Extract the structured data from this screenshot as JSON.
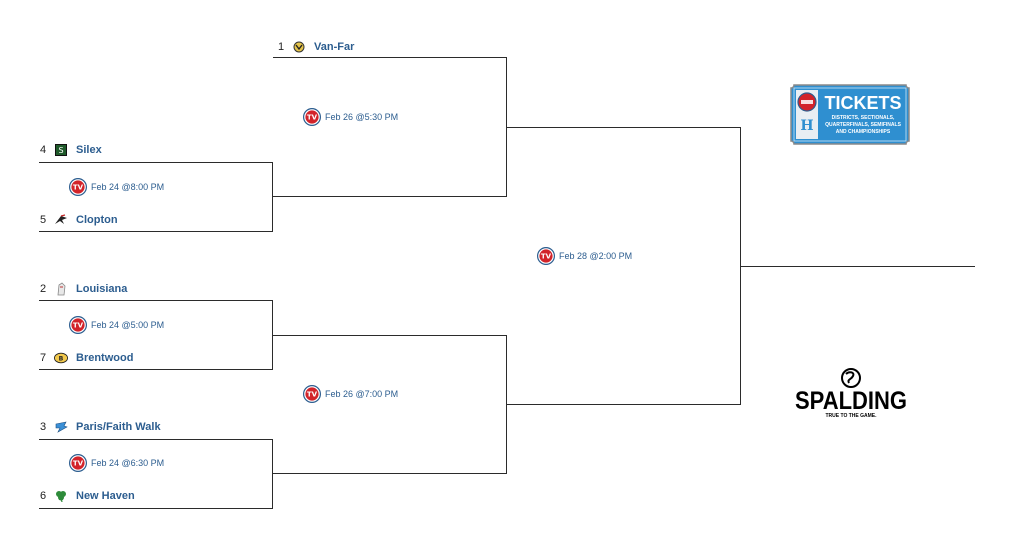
{
  "teams": {
    "t1": {
      "seed": "1",
      "name": "Van-Far",
      "icon": "van-far-logo-icon"
    },
    "t4": {
      "seed": "4",
      "name": "Silex",
      "icon": "silex-logo-icon"
    },
    "t5": {
      "seed": "5",
      "name": "Clopton",
      "icon": "clopton-logo-icon"
    },
    "t2": {
      "seed": "2",
      "name": "Louisiana",
      "icon": "louisiana-logo-icon"
    },
    "t7": {
      "seed": "7",
      "name": "Brentwood",
      "icon": "brentwood-logo-icon"
    },
    "t3": {
      "seed": "3",
      "name": "Paris/Faith Walk",
      "icon": "paris-logo-icon"
    },
    "t6": {
      "seed": "6",
      "name": "New Haven",
      "icon": "new-haven-logo-icon"
    }
  },
  "games": {
    "g1": {
      "time": "Feb 24 @8:00 PM",
      "icon": "tv-icon"
    },
    "g2": {
      "time": "Feb 24 @5:00 PM",
      "icon": "tv-icon"
    },
    "g3": {
      "time": "Feb 24 @6:30 PM",
      "icon": "tv-icon"
    },
    "sf1": {
      "time": "Feb 26 @5:30 PM",
      "icon": "tv-icon"
    },
    "sf2": {
      "time": "Feb 26 @7:00 PM",
      "icon": "tv-icon"
    },
    "final": {
      "time": "Feb 28 @2:00 PM",
      "icon": "tv-icon"
    }
  },
  "tickets": {
    "title": "TICKETS",
    "line1": "DISTRICTS, SECTIONALS,",
    "line2": "QUARTERFINALS, SEMIFINALS",
    "line3": "AND CHAMPIONSHIPS"
  },
  "spalding": {
    "brand": "SPALDING",
    "tagline": "TRUE TO THE GAME."
  },
  "colors": {
    "team_link": "#2c5d8f",
    "tv_red": "#d2232a",
    "tv_blue": "#2c5d8f",
    "ticket_blue": "#2f8fd0",
    "bracket_line": "#2b2b2b"
  }
}
